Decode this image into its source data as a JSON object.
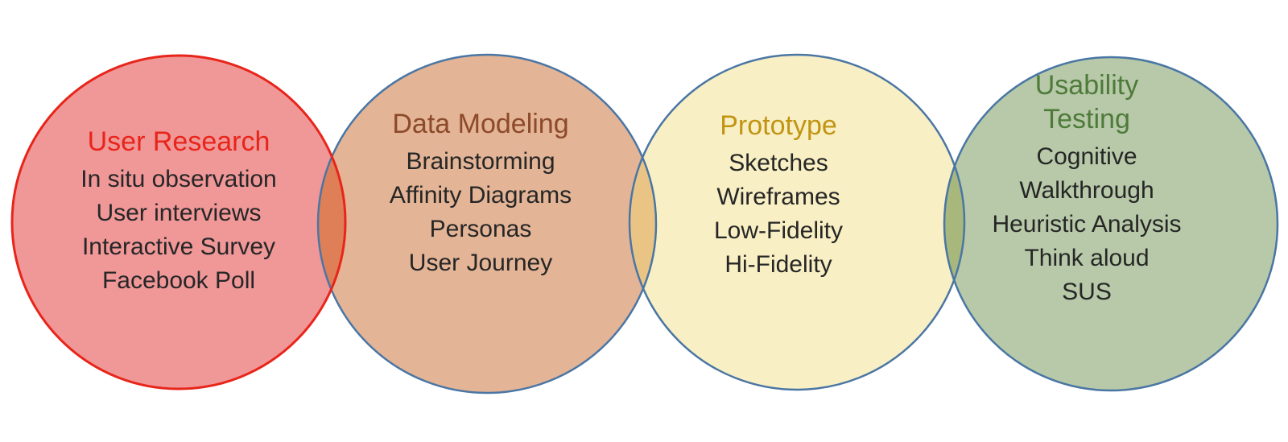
{
  "background": "#ffffff",
  "text_color": "#262626",
  "circles": [
    {
      "title": "User Research",
      "title_color": "#e8251a",
      "fill": "#f09798",
      "border": "#e8251a",
      "items": [
        "In situ observation",
        "User interviews",
        "Interactive Survey",
        "Facebook Poll"
      ]
    },
    {
      "title": "Data Modeling",
      "title_color": "#8c4a2a",
      "fill": "#e3b496",
      "border": "#4a76a4",
      "items": [
        "Brainstorming",
        "Affinity Diagrams",
        "Personas",
        "User Journey"
      ]
    },
    {
      "title": "Prototype",
      "title_color": "#c29413",
      "fill": "#f8efc4",
      "border": "#4a76a4",
      "items": [
        "Sketches",
        "Wireframes",
        "Low-Fidelity",
        "Hi-Fidelity"
      ]
    },
    {
      "title": "Usability Testing",
      "title_color": "#4e7a3a",
      "fill": "#b7c9a8",
      "border": "#4a76a4",
      "items": [
        "Cognitive Walkthrough",
        "Heuristic Analysis",
        "Think aloud",
        "SUS"
      ]
    }
  ],
  "overlaps": [
    {
      "color": "#df7f58"
    },
    {
      "color": "#eac484"
    },
    {
      "color": "#a8b77c"
    }
  ]
}
